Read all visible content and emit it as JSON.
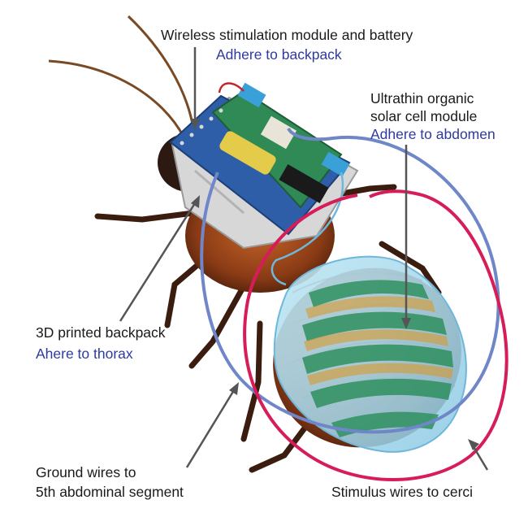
{
  "labels": {
    "module_title": "Wireless stimulation module and battery",
    "module_note": "Adhere to backpack",
    "solar_line1": "Ultrathin organic",
    "solar_line2": "solar cell module",
    "solar_note": "Adhere to abdomen",
    "backpack_title": "3D printed backpack",
    "backpack_note": "Ahere to thorax",
    "ground_line1": "Ground wires to",
    "ground_line2": "5th abdominal segment",
    "stimulus": "Stimulus wires to cerci"
  },
  "colors": {
    "label_text": "#1a1a1a",
    "note_text": "#2f3aa0",
    "ground_wire": "#6f86c9",
    "stimulus_wire": "#d61d5a",
    "board_blue": "#2e5ea8",
    "pcb_green": "#2f8a55",
    "solar_film": "#9fd3ea",
    "body_orange": "#b6541f",
    "body_dark": "#3a1e12"
  }
}
